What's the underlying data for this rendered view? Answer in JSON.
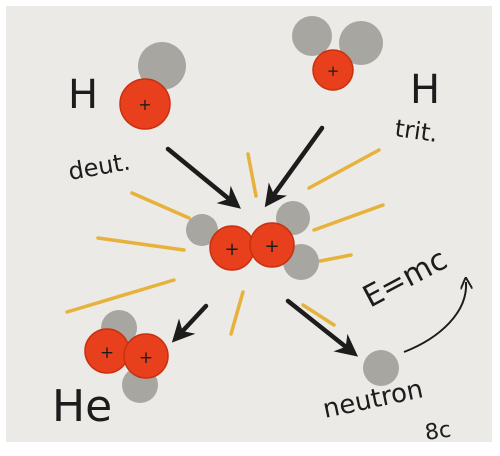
{
  "labels": {
    "hydrogen_left": "H",
    "deuterium": "deut.",
    "hydrogen_right": "H",
    "tritium": "trit.",
    "helium": "He",
    "energy_equation": "E=mc",
    "neutron": "neutron",
    "signature": "8c"
  },
  "proton_sign": "+",
  "colors": {
    "background": "#ebeae6",
    "proton": "#e8401c",
    "proton_edge": "#c9300f",
    "neutron": "#a8a6a1",
    "energy_rays": "#e6b23c",
    "ink": "#1c1c1c"
  }
}
